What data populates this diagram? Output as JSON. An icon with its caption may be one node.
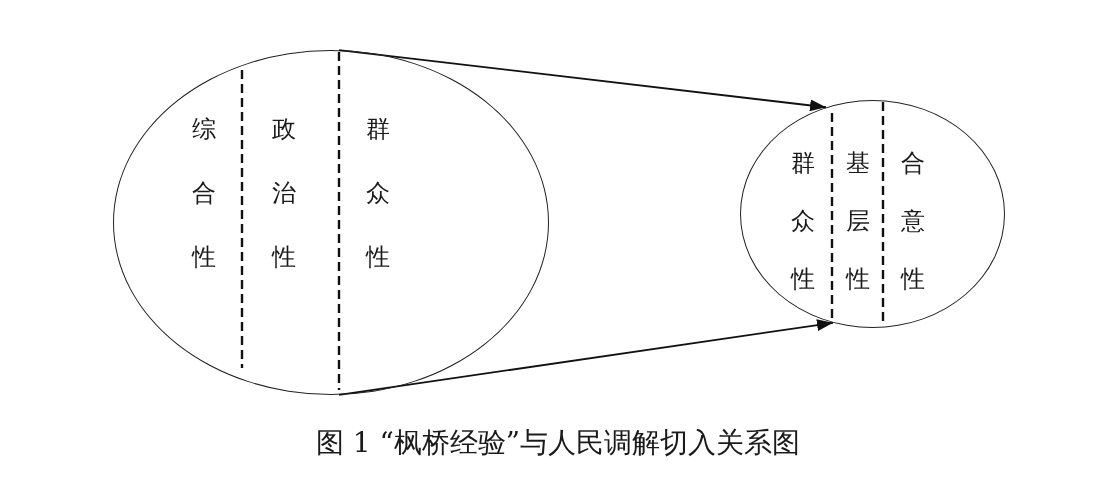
{
  "diagram": {
    "caption": "图 1 “枫桥经验”与人民调解切入关系图",
    "nodes": [
      {
        "text": [
          "综合性",
          "政治性",
          "群众性"
        ]
      },
      {
        "text": [
          "群众性",
          "基层性",
          "合意性"
        ]
      }
    ],
    "edges": [
      {
        "from": 0,
        "to": 1,
        "arrow": "to"
      },
      {
        "from": 0,
        "to": 1,
        "arrow": "to"
      }
    ]
  }
}
